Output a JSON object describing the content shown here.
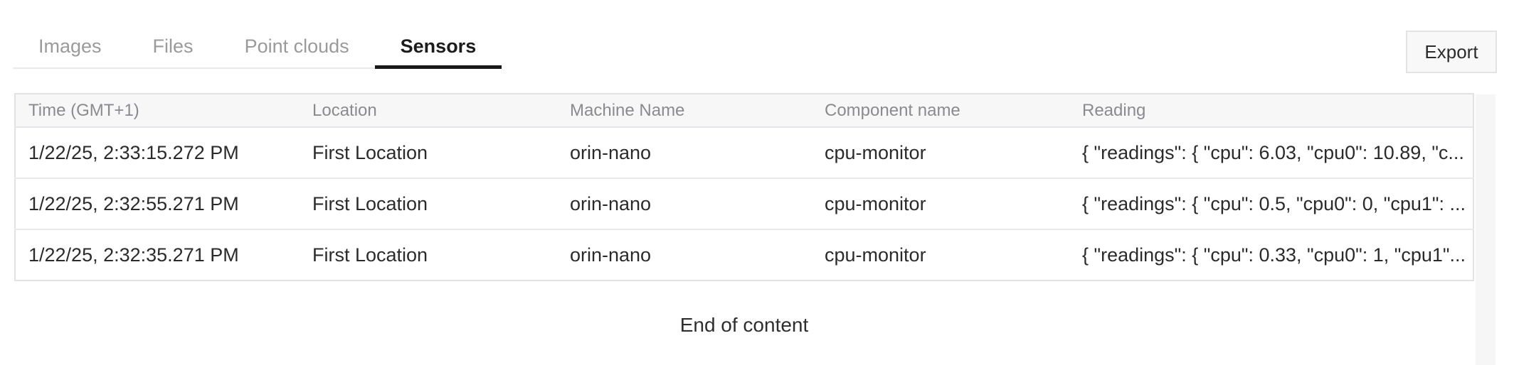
{
  "tabs": {
    "items": [
      {
        "label": "Images",
        "active": false
      },
      {
        "label": "Files",
        "active": false
      },
      {
        "label": "Point clouds",
        "active": false
      },
      {
        "label": "Sensors",
        "active": true
      }
    ]
  },
  "toolbar": {
    "export_label": "Export"
  },
  "table": {
    "columns": [
      "Time (GMT+1)",
      "Location",
      "Machine Name",
      "Component name",
      "Reading"
    ],
    "rows": [
      {
        "time": "1/22/25, 2:33:15.272 PM",
        "location": "First Location",
        "machine_name": "orin-nano",
        "component_name": "cpu-monitor",
        "reading": "{ \"readings\": { \"cpu\": 6.03, \"cpu0\": 10.89, \"c..."
      },
      {
        "time": "1/22/25, 2:32:55.271 PM",
        "location": "First Location",
        "machine_name": "orin-nano",
        "component_name": "cpu-monitor",
        "reading": "{ \"readings\": { \"cpu\": 0.5, \"cpu0\": 0, \"cpu1\": ..."
      },
      {
        "time": "1/22/25, 2:32:35.271 PM",
        "location": "First Location",
        "machine_name": "orin-nano",
        "component_name": "cpu-monitor",
        "reading": "{ \"readings\": { \"cpu\": 0.33, \"cpu0\": 1, \"cpu1\"..."
      }
    ]
  },
  "footer": {
    "end_of_content": "End of content"
  },
  "colors": {
    "active_tab_text": "#1c1c1c",
    "active_tab_underline": "#181818",
    "inactive_tab_text": "#9a9a9a",
    "header_bg": "#f7f7f7",
    "table_border": "#e2e2e2",
    "row_divider": "#e7e9ed",
    "body_text": "#2b2b2b",
    "header_text": "#8b8b8f",
    "scroll_track": "#f6f6f6"
  }
}
